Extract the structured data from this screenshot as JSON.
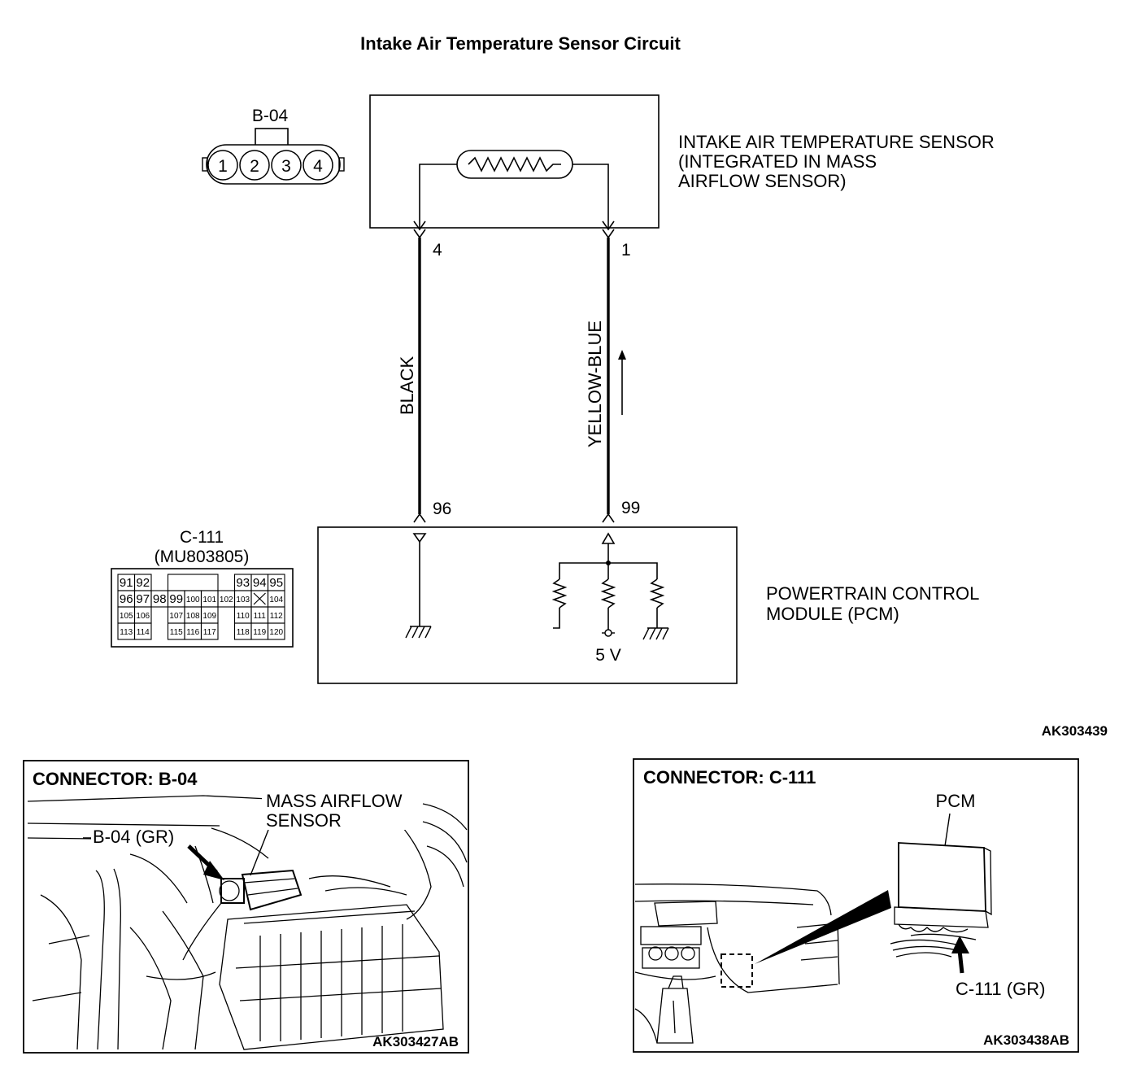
{
  "title": "Intake Air Temperature Sensor Circuit",
  "sensor": {
    "label_line1": "INTAKE AIR TEMPERATURE SENSOR",
    "label_line2": "(INTEGRATED IN MASS",
    "label_line3": "AIRFLOW SENSOR)"
  },
  "connector_b04": {
    "name": "B-04",
    "pins": [
      "1",
      "2",
      "3",
      "4"
    ]
  },
  "wires": {
    "left": {
      "color": "BLACK",
      "sensor_pin": "4",
      "pcm_pin": "96"
    },
    "right": {
      "color": "YELLOW-BLUE",
      "sensor_pin": "1",
      "pcm_pin": "99"
    }
  },
  "pcm": {
    "label_line1": "POWERTRAIN CONTROL",
    "label_line2": "MODULE (PCM)",
    "voltage": "5 V"
  },
  "connector_c111": {
    "name": "C-111",
    "part": "(MU803805)",
    "row1": [
      "91",
      "92",
      "",
      "",
      "",
      "",
      "",
      "93",
      "94",
      "95"
    ],
    "row2": [
      "96",
      "97",
      "98",
      "99",
      "100",
      "101",
      "102",
      "103",
      "",
      "104"
    ],
    "row3": [
      "105",
      "106",
      "",
      "107",
      "108",
      "109",
      "",
      "110",
      "111",
      "112"
    ],
    "row4": [
      "113",
      "114",
      "",
      "115",
      "116",
      "117",
      "",
      "118",
      "119",
      "120"
    ]
  },
  "diagram_code": "AK303439",
  "panel_left": {
    "heading": "CONNECTOR: B-04",
    "callout_sensor_line1": "MASS AIRFLOW",
    "callout_sensor_line2": "SENSOR",
    "callout_connector": "B-04 (GR)",
    "code": "AK303427AB"
  },
  "panel_right": {
    "heading": "CONNECTOR: C-111",
    "callout_pcm": "PCM",
    "callout_connector": "C-111 (GR)",
    "code": "AK303438AB"
  }
}
